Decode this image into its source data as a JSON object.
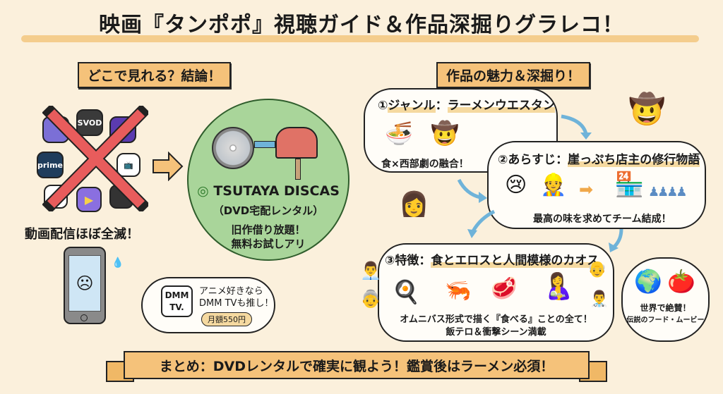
{
  "title": "映画『タンポポ』視聴ガイド＆作品深掘りグラレコ！",
  "left": {
    "heading": "どこで見れる？結論！",
    "streaming": {
      "icons": [
        "app-icon",
        "SVOD",
        "app-icon",
        "prime",
        "tv-icon",
        "app-icon",
        "play-icon",
        "app-icon"
      ],
      "caption": "動画配信ほぼ全滅！"
    },
    "recommendation": {
      "mark": "◎",
      "service": "TSUTAYA DISCAS",
      "subtitle": "（DVD宅配レンタル）",
      "line1": "旧作借り放題！",
      "line2": "無料お試しアリ"
    },
    "dmm": {
      "logo_line1": "DMM",
      "logo_line2": "TV.",
      "text_line1": "アニメ好きなら",
      "text_line2": "DMM TVも推し！",
      "price": "月額550円"
    }
  },
  "right": {
    "heading": "作品の魅力＆深掘り！",
    "section1": {
      "number": "①",
      "label": "ジャンル",
      "value": "ラーメンウエスタン",
      "caption": "食×西部劇の融合！"
    },
    "section2": {
      "number": "②",
      "label": "あらすじ",
      "value": "崖っぷち店主の修行物語",
      "caption": "最高の味を求めてチーム結成！"
    },
    "section3": {
      "number": "③",
      "label": "特徴",
      "value": "食とエロスと人間模様のカオス",
      "caption1": "オムニバス形式で描く『食べる』ことの全て！",
      "caption2": "飯テロ＆衝撃シーン満載"
    },
    "acclaim": {
      "line1": "世界で絶賛！",
      "line2": "伝説のフード・ムービー"
    }
  },
  "summary": "まとめ：DVDレンタルで確実に観よう！鑑賞後はラーメン必須！",
  "colors": {
    "background": "#fbf0dc",
    "accent_orange": "#f5c27a",
    "green": "#a9d59a",
    "red_x": "#e85c5c",
    "arrow_blue": "#6fb3d9"
  }
}
